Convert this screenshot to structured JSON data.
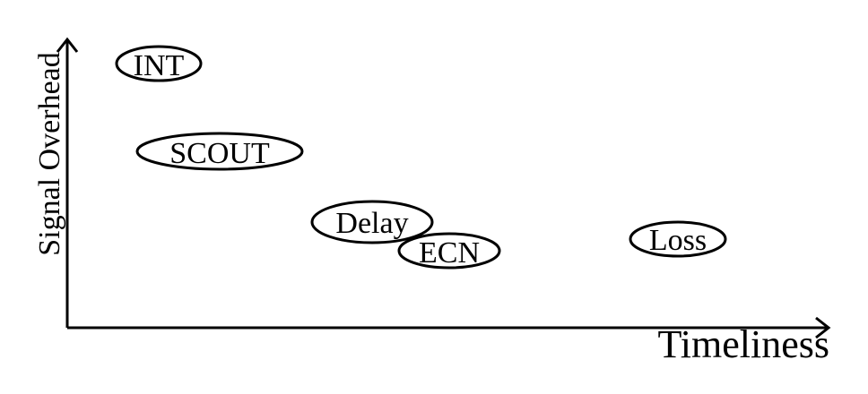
{
  "axes": {
    "x_label": "Timeliness",
    "y_label": "Signal Overhead"
  },
  "nodes": [
    {
      "id": "int",
      "label": "INT"
    },
    {
      "id": "scout",
      "label": "SCOUT"
    },
    {
      "id": "delay",
      "label": "Delay"
    },
    {
      "id": "ecn",
      "label": "ECN"
    },
    {
      "id": "loss",
      "label": "Loss"
    }
  ],
  "colors": {
    "stroke": "#000000",
    "fill": "#ffffff",
    "background": "#ffffff"
  }
}
